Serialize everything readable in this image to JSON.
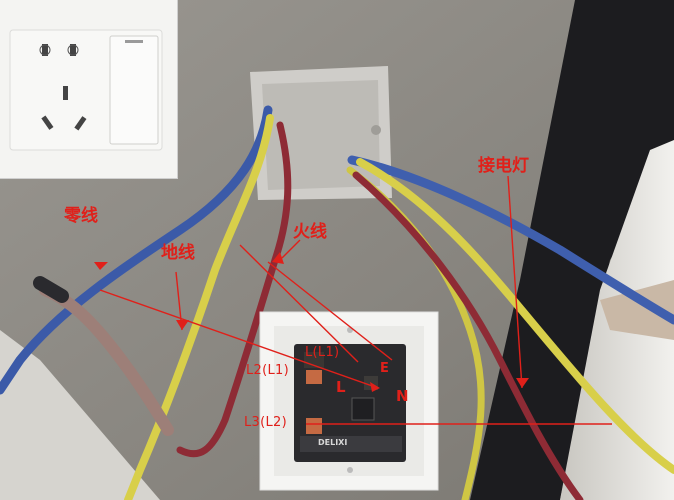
{
  "labels": {
    "neutral": "零线",
    "ground": "地线",
    "live": "火线",
    "to_lamp": "接电灯",
    "L2_L1": "L2(L1)",
    "L3_L2": "L3(L2)",
    "L_L1": "L(L1)",
    "L": "L",
    "N": "N",
    "E": "E"
  },
  "switch_brand": "DELIXI",
  "colors": {
    "annotation": "#e0201a",
    "wire_blue": "#3b5aa8",
    "wire_yellow": "#d8cf4a",
    "wire_red": "#8e2b35",
    "wall": "#8d8a85"
  }
}
